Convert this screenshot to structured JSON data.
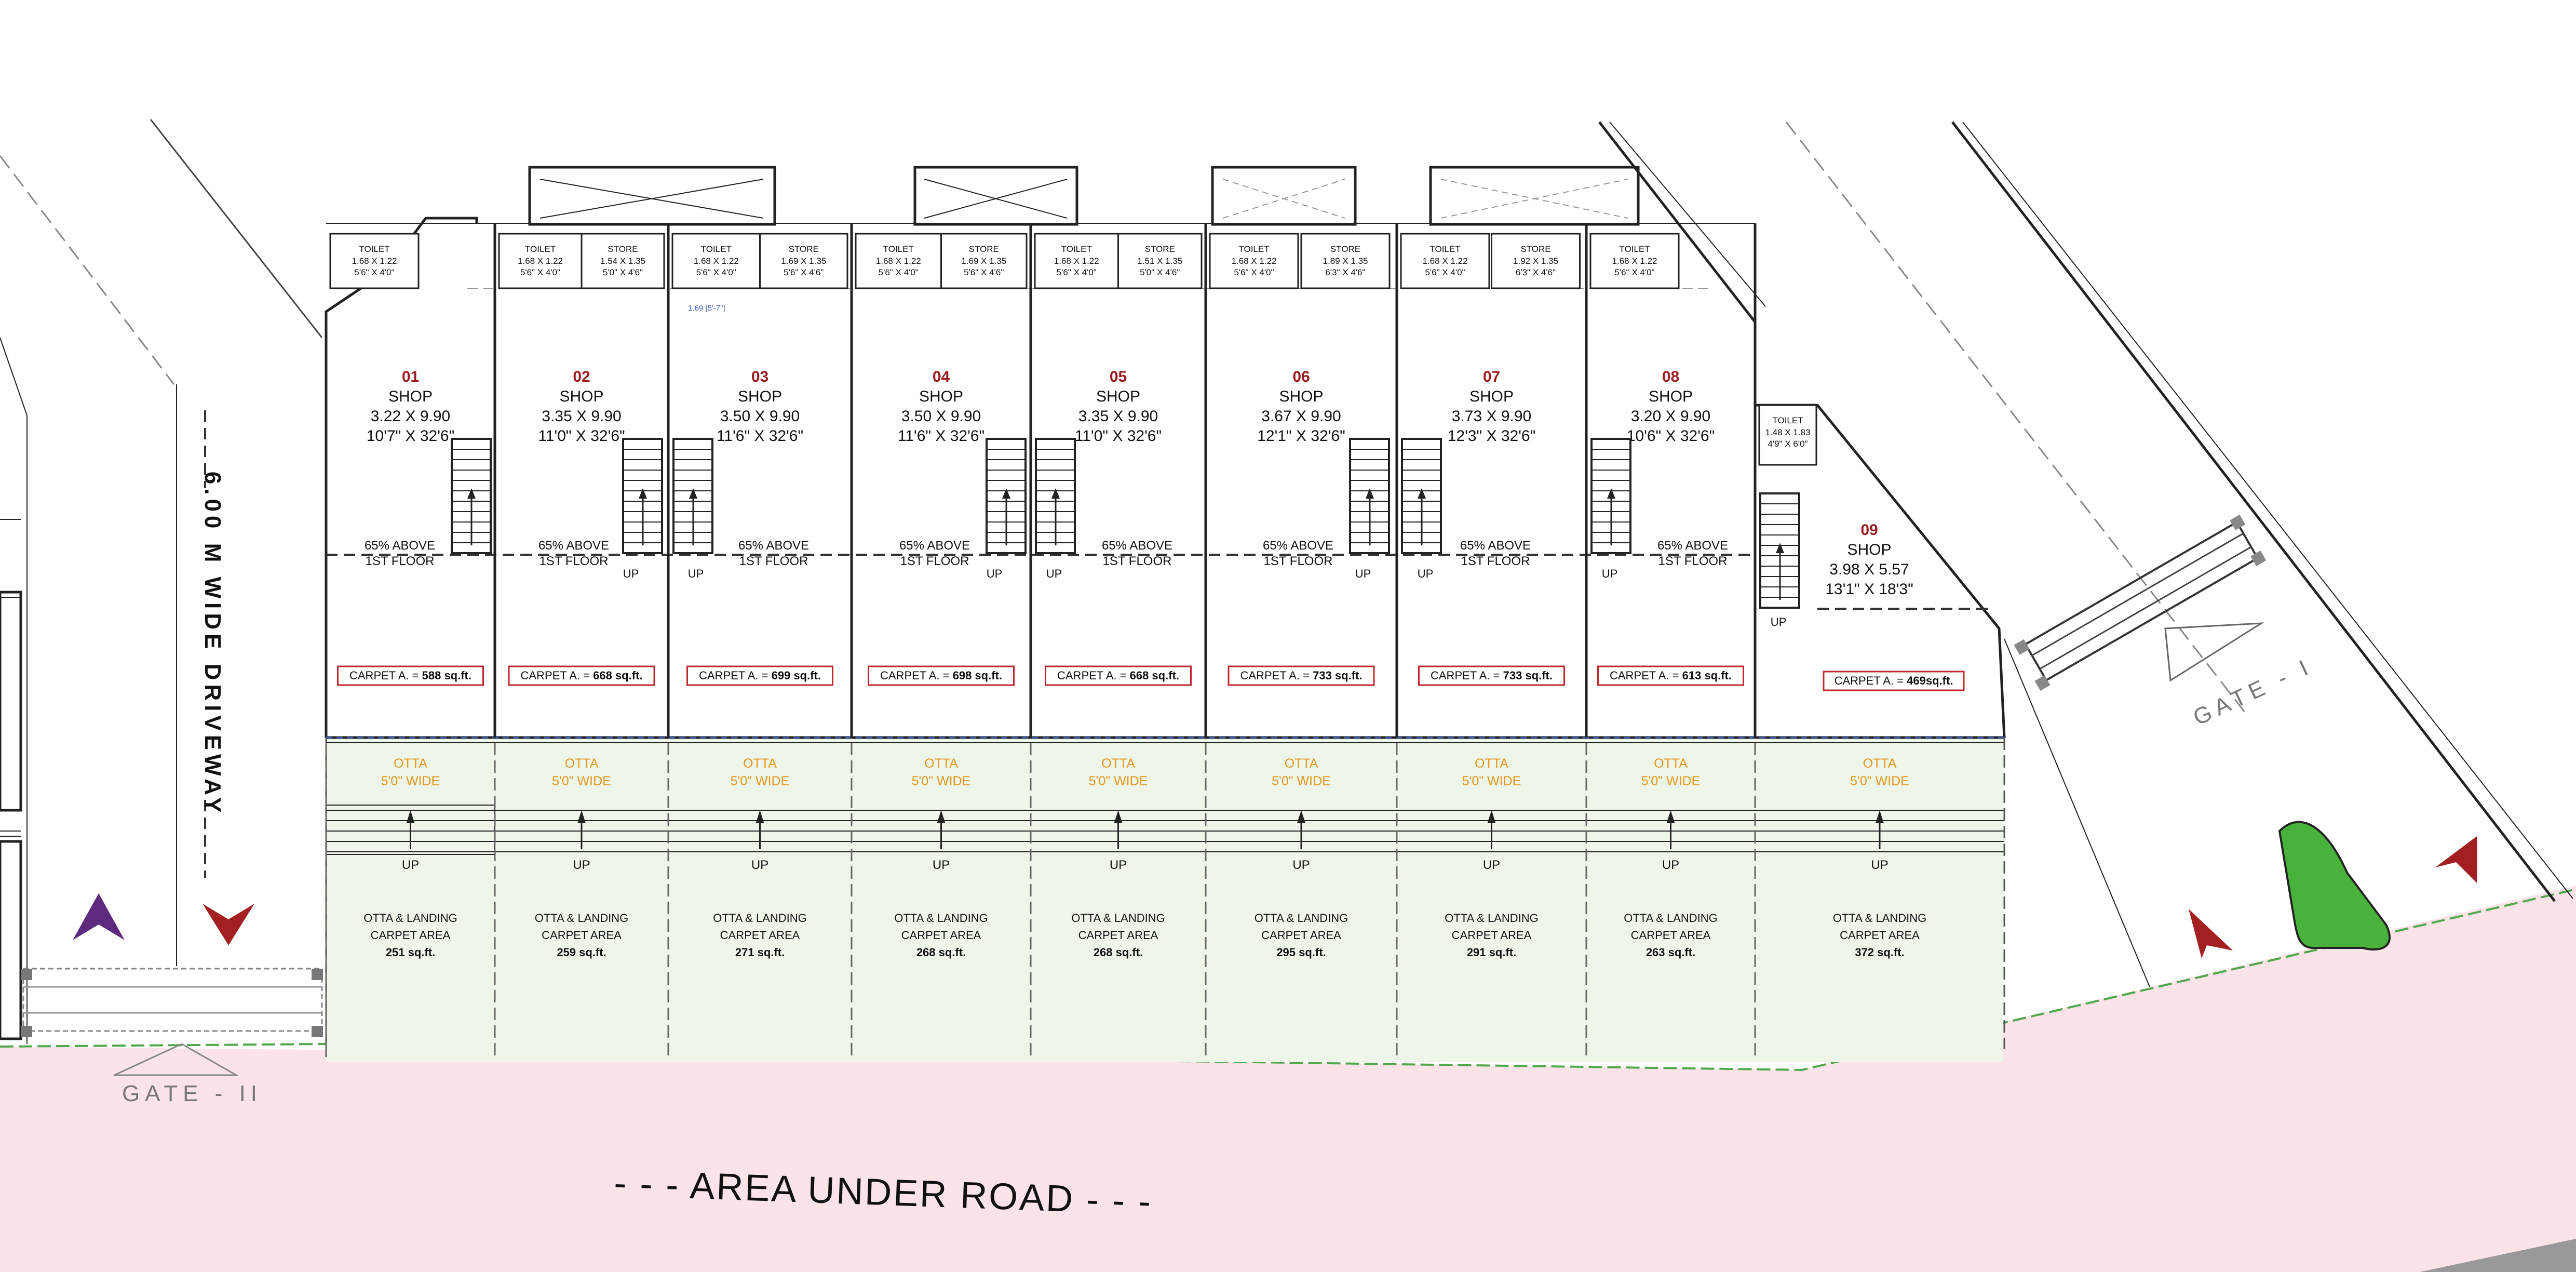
{
  "shops": [
    {
      "number": "01",
      "type": "SHOP",
      "size_m": "3.22 X 9.90",
      "size_ft": "10'7\" X 32'6\"",
      "floor": [
        "65% ABOVE",
        "1ST FLOOR"
      ],
      "carpet": "588 sq.ft.",
      "otta_carpet": "251 sq.ft.",
      "toilets": [
        {
          "label": "TOILET",
          "m": "1.68 X 1.22",
          "ft": "5'6\" X 4'0\""
        }
      ],
      "stores": []
    },
    {
      "number": "02",
      "type": "SHOP",
      "size_m": "3.35 X 9.90",
      "size_ft": "11'0\" X 32'6\"",
      "floor": [
        "65% ABOVE",
        "1ST FLOOR"
      ],
      "carpet": "668 sq.ft.",
      "otta_carpet": "259 sq.ft.",
      "toilets": [
        {
          "label": "TOILET",
          "m": "1.68 X 1.22",
          "ft": "5'6\" X 4'0\""
        }
      ],
      "stores": [
        {
          "label": "STORE",
          "m": "1.54 X 1.35",
          "ft": "5'0\" X 4'6\""
        }
      ]
    },
    {
      "number": "03",
      "type": "SHOP",
      "size_m": "3.50 X 9.90",
      "size_ft": "11'6\" X 32'6\"",
      "floor": [
        "65% ABOVE",
        "1ST FLOOR"
      ],
      "carpet": "699 sq.ft.",
      "otta_carpet": "271 sq.ft.",
      "toilets": [
        {
          "label": "TOILET",
          "m": "1.68 X 1.22",
          "ft": "5'6\" X 4'0\""
        }
      ],
      "stores": [
        {
          "label": "STORE",
          "m": "1.69 X 1.35",
          "ft": "5'6\" X 4'6\""
        }
      ]
    },
    {
      "number": "04",
      "type": "SHOP",
      "size_m": "3.50 X 9.90",
      "size_ft": "11'6\" X 32'6\"",
      "floor": [
        "65% ABOVE",
        "1ST FLOOR"
      ],
      "carpet": "698 sq.ft.",
      "otta_carpet": "268 sq.ft.",
      "toilets": [
        {
          "label": "TOILET",
          "m": "1.68 X 1.22",
          "ft": "5'6\" X 4'0\""
        }
      ],
      "stores": [
        {
          "label": "STORE",
          "m": "1.69 X 1.35",
          "ft": "5'6\" X 4'6\""
        }
      ]
    },
    {
      "number": "05",
      "type": "SHOP",
      "size_m": "3.35 X 9.90",
      "size_ft": "11'0\" X 32'6\"",
      "floor": [
        "65% ABOVE",
        "1ST FLOOR"
      ],
      "carpet": "668 sq.ft.",
      "otta_carpet": "268 sq.ft.",
      "toilets": [
        {
          "label": "TOILET",
          "m": "1.68 X 1.22",
          "ft": "5'6\" X 4'0\""
        }
      ],
      "stores": [
        {
          "label": "STORE",
          "m": "1.51 X 1.35",
          "ft": "5'0\" X 4'6\""
        }
      ]
    },
    {
      "number": "06",
      "type": "SHOP",
      "size_m": "3.67 X 9.90",
      "size_ft": "12'1\" X 32'6\"",
      "floor": [
        "65% ABOVE",
        "1ST FLOOR"
      ],
      "carpet": "733 sq.ft.",
      "otta_carpet": "295 sq.ft.",
      "toilets": [
        {
          "label": "TOILET",
          "m": "1.68 X 1.22",
          "ft": "5'6\" X 4'0\""
        }
      ],
      "stores": [
        {
          "label": "STORE",
          "m": "1.89 X 1.35",
          "ft": "6'3\" X 4'6\""
        }
      ]
    },
    {
      "number": "07",
      "type": "SHOP",
      "size_m": "3.73 X 9.90",
      "size_ft": "12'3\" X 32'6\"",
      "floor": [
        "65% ABOVE",
        "1ST FLOOR"
      ],
      "carpet": "733 sq.ft.",
      "otta_carpet": "291 sq.ft.",
      "toilets": [
        {
          "label": "TOILET",
          "m": "1.68 X 1.22",
          "ft": "5'6\" X 4'0\""
        }
      ],
      "stores": [
        {
          "label": "STORE",
          "m": "1.92 X 1.35",
          "ft": "6'3\" X 4'6\""
        }
      ]
    },
    {
      "number": "08",
      "type": "SHOP",
      "size_m": "3.20 X 9.90",
      "size_ft": "10'6\" X 32'6\"",
      "floor": [
        "65% ABOVE",
        "1ST FLOOR"
      ],
      "carpet": "613 sq.ft.",
      "otta_carpet": "263 sq.ft.",
      "toilets": [
        {
          "label": "TOILET",
          "m": "1.68 X 1.22",
          "ft": "5'6\" X 4'0\""
        }
      ],
      "stores": []
    },
    {
      "number": "09",
      "type": "SHOP",
      "size_m": "3.98 X 5.57",
      "size_ft": "13'1\" X 18'3\"",
      "floor": [],
      "carpet": "469sq.ft.",
      "otta_carpet": "372 sq.ft.",
      "toilets": [
        {
          "label": "TOILET",
          "m": "1.48 X 1.83",
          "ft": "4'9\" X 6'0\""
        }
      ],
      "stores": []
    }
  ],
  "labels": {
    "carpet_prefix": "CARPET A.",
    "carpet_equals": "=",
    "otta": "OTTA",
    "otta_width": "5'0\" WIDE",
    "up": "UP",
    "otta_landing": "OTTA & LANDING",
    "carpet_area": "CARPET AREA",
    "dimension_note": "1.69 [5'-7\"]",
    "driveway": "6.00 M WIDE DRIVEWAY",
    "gate_1": "GATE - I",
    "gate_2": "GATE - II",
    "road": "- - -  AREA UNDER ROAD  - - -"
  },
  "colors": {
    "road_fill": "#fbe3e8",
    "otta_fill": "#eef5e9",
    "shop_number": "#9b1b1e",
    "otta_text": "#e8961c",
    "arrow_red": "#a31f22",
    "arrow_purple": "#5e2a7e",
    "island_green": "#48b23c",
    "carpet_box": "#c0272d"
  }
}
